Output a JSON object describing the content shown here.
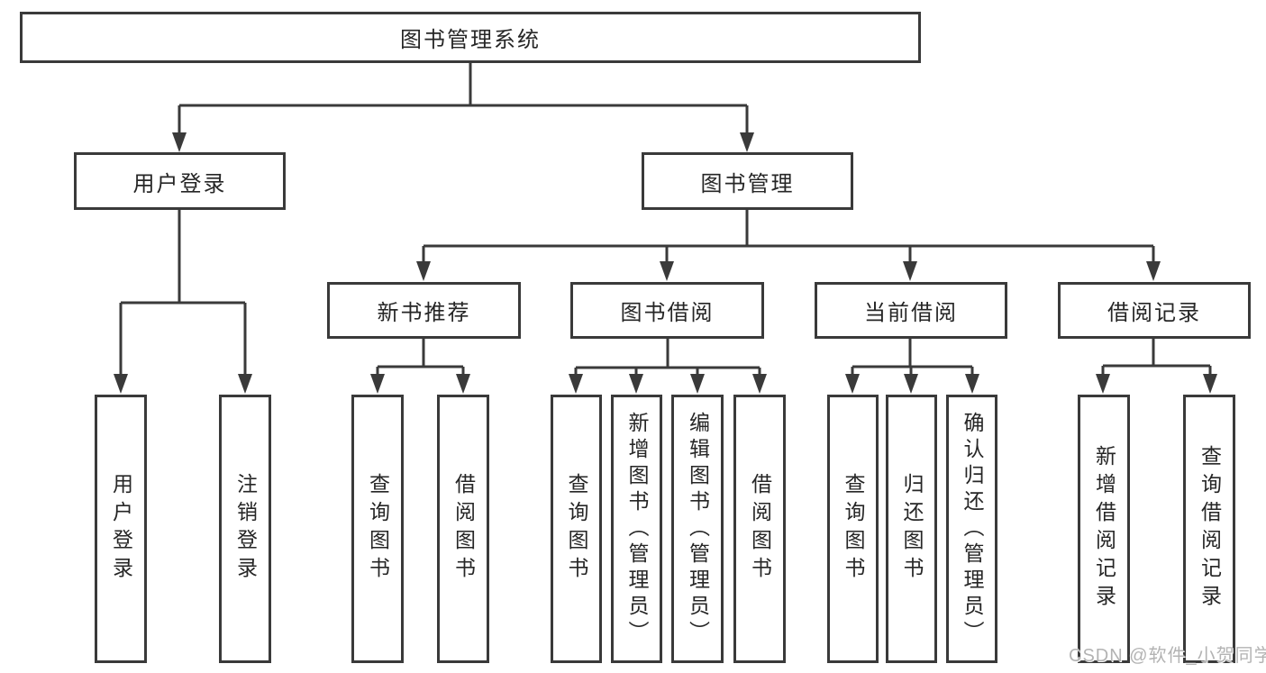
{
  "page": {
    "background": "#ffffff"
  },
  "colors": {
    "line": "#3a3a3a",
    "box_border": "#3a3a3a",
    "text": "#262626",
    "watermark": "#b3b3b3"
  },
  "watermark": {
    "text": "CSDN @软件_小贺同学"
  },
  "nodes": {
    "root": {
      "label": "图书管理系统"
    },
    "user_login": {
      "label": "用户登录"
    },
    "book_mgmt": {
      "label": "图书管理"
    },
    "new_book_rec": {
      "label": "新书推荐"
    },
    "book_borrow": {
      "label": "图书借阅"
    },
    "current_borrow": {
      "label": "当前借阅"
    },
    "borrow_record": {
      "label": "借阅记录"
    },
    "leaf_user_login": {
      "label": "用户登录"
    },
    "leaf_logout": {
      "label": "注销登录"
    },
    "leaf_nb_query": {
      "label": "查询图书"
    },
    "leaf_nb_borrow": {
      "label": "借阅图书"
    },
    "leaf_bb_query": {
      "label": "查询图书"
    },
    "leaf_bb_add": {
      "label": "新增图书（管理员）"
    },
    "leaf_bb_edit": {
      "label": "编辑图书（管理员）"
    },
    "leaf_bb_borrow": {
      "label": "借阅图书"
    },
    "leaf_cb_query": {
      "label": "查询图书"
    },
    "leaf_cb_return": {
      "label": "归还图书"
    },
    "leaf_cb_confirm": {
      "label": "确认归还（管理员）"
    },
    "leaf_br_add": {
      "label": "新增借阅记录"
    },
    "leaf_br_query": {
      "label": "查询借阅记录"
    }
  }
}
